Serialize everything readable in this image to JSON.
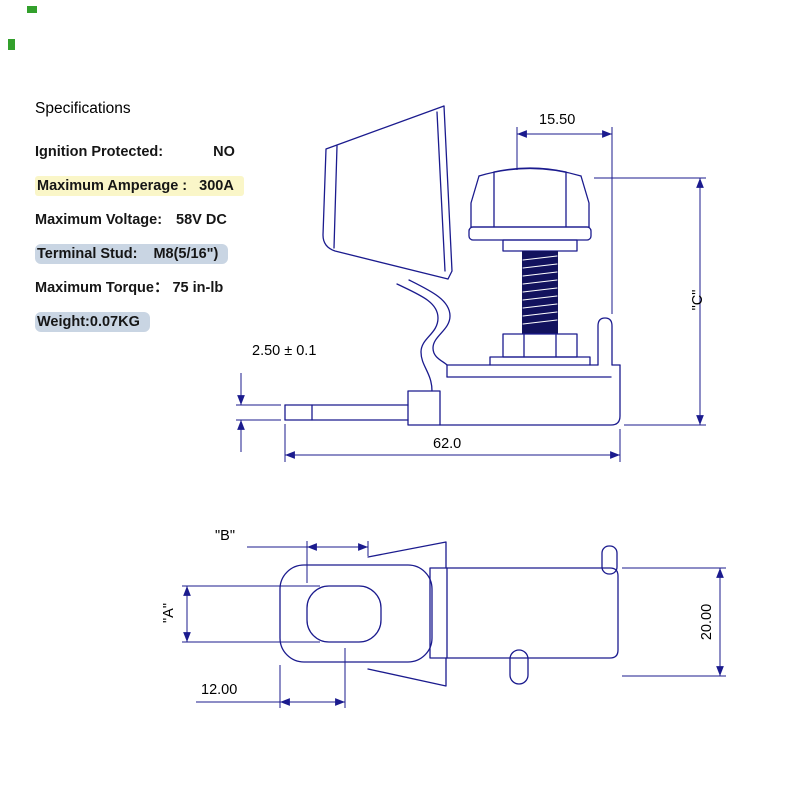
{
  "specifications": {
    "title": "Specifications",
    "items": [
      {
        "label": "Ignition Protected:",
        "value": "NO",
        "highlight": "none"
      },
      {
        "label": "Maximum Amperage :",
        "value": "300A",
        "highlight": "yellow"
      },
      {
        "label": "Maximum Voltage:",
        "value": "58V DC",
        "highlight": "none"
      },
      {
        "label": "Terminal Stud:",
        "value": "M8(5/16\")",
        "highlight": "blue"
      },
      {
        "label": "Maximum Torque：",
        "value": "75 in-lb",
        "highlight": "none"
      },
      {
        "label": "Weight:0.07KG",
        "value": "",
        "highlight": "blue"
      }
    ]
  },
  "drawing": {
    "type": "technical-drawing",
    "views": {
      "side_view": {
        "dim_top_width": "15.50",
        "dim_height": "\"C\"",
        "dim_tab_thickness": "2.50 ± 0.1",
        "dim_overall_length": "62.0"
      },
      "top_view": {
        "dim_hole_offset": "\"B\"",
        "dim_hole_height": "\"A\"",
        "dim_tab_to_hole_center": "12.00",
        "dim_body_width": "20.00"
      }
    },
    "line_color": "#1b1b8e",
    "highlight_yellow": "#faf6c8",
    "highlight_blue": "#c9d5e3"
  }
}
